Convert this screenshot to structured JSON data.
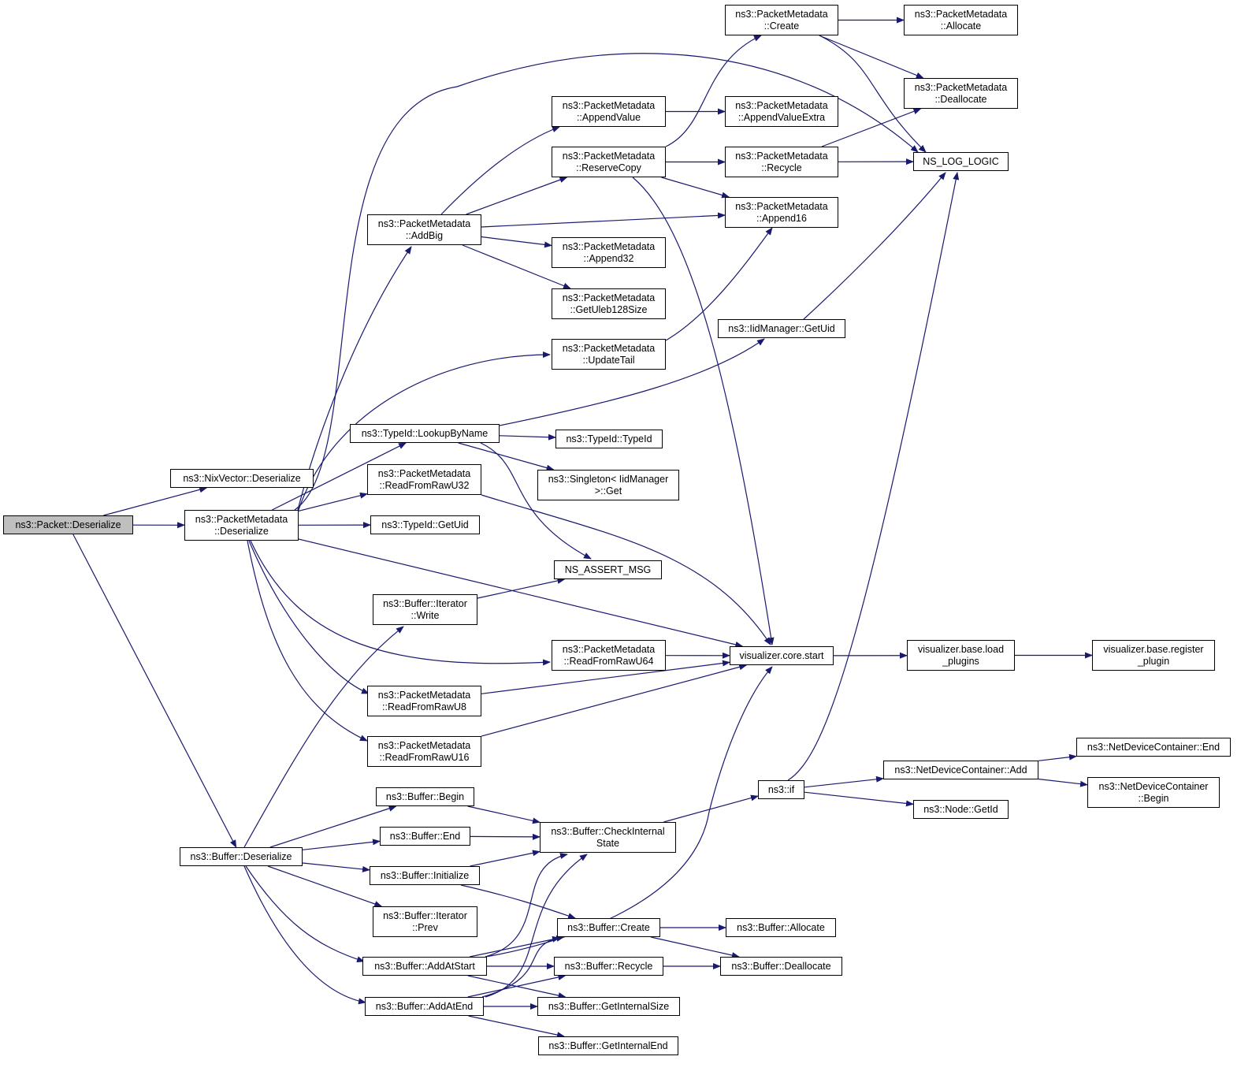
{
  "colors": {
    "edge": "#191970",
    "node_border": "#000000",
    "node_fill": "#ffffff",
    "root_fill": "#bfbfbf"
  },
  "nodes": [
    {
      "id": "packet_deserialize",
      "lines": [
        "ns3::Packet::Deserialize"
      ],
      "root": true
    },
    {
      "id": "nixvector_deserialize",
      "lines": [
        "ns3::NixVector::Deserialize"
      ]
    },
    {
      "id": "pm_deserialize",
      "lines": [
        "ns3::PacketMetadata",
        "::Deserialize"
      ]
    },
    {
      "id": "buffer_deserialize",
      "lines": [
        "ns3::Buffer::Deserialize"
      ]
    },
    {
      "id": "pm_create",
      "lines": [
        "ns3::PacketMetadata",
        "::Create"
      ]
    },
    {
      "id": "pm_allocate",
      "lines": [
        "ns3::PacketMetadata",
        "::Allocate"
      ]
    },
    {
      "id": "pm_deallocate",
      "lines": [
        "ns3::PacketMetadata",
        "::Deallocate"
      ]
    },
    {
      "id": "pm_appendvalue",
      "lines": [
        "ns3::PacketMetadata",
        "::AppendValue"
      ]
    },
    {
      "id": "pm_appendvalueextra",
      "lines": [
        "ns3::PacketMetadata",
        "::AppendValueExtra"
      ]
    },
    {
      "id": "pm_reservecopy",
      "lines": [
        "ns3::PacketMetadata",
        "::ReserveCopy"
      ]
    },
    {
      "id": "pm_recycle",
      "lines": [
        "ns3::PacketMetadata",
        "::Recycle"
      ]
    },
    {
      "id": "ns_log_logic",
      "lines": [
        "NS_LOG_LOGIC"
      ]
    },
    {
      "id": "pm_addbig",
      "lines": [
        "ns3::PacketMetadata",
        "::AddBig"
      ]
    },
    {
      "id": "pm_append16",
      "lines": [
        "ns3::PacketMetadata",
        "::Append16"
      ]
    },
    {
      "id": "pm_append32",
      "lines": [
        "ns3::PacketMetadata",
        "::Append32"
      ]
    },
    {
      "id": "pm_getuleb",
      "lines": [
        "ns3::PacketMetadata",
        "::GetUleb128Size"
      ]
    },
    {
      "id": "iidmanager_getuid",
      "lines": [
        "ns3::IidManager::GetUid"
      ]
    },
    {
      "id": "pm_updatetail",
      "lines": [
        "ns3::PacketMetadata",
        "::UpdateTail"
      ]
    },
    {
      "id": "typeid_lookupbyname",
      "lines": [
        "ns3::TypeId::LookupByName"
      ]
    },
    {
      "id": "typeid_typeid",
      "lines": [
        "ns3::TypeId::TypeId"
      ]
    },
    {
      "id": "singleton_get",
      "lines": [
        "ns3::Singleton< IidManager",
        ">::Get"
      ]
    },
    {
      "id": "pm_readfromrawu32",
      "lines": [
        "ns3::PacketMetadata",
        "::ReadFromRawU32"
      ]
    },
    {
      "id": "typeid_getuid",
      "lines": [
        "ns3::TypeId::GetUid"
      ]
    },
    {
      "id": "ns_assert_msg",
      "lines": [
        "NS_ASSERT_MSG"
      ]
    },
    {
      "id": "iterator_write",
      "lines": [
        "ns3::Buffer::Iterator",
        "::Write"
      ]
    },
    {
      "id": "pm_readfromrawu64",
      "lines": [
        "ns3::PacketMetadata",
        "::ReadFromRawU64"
      ]
    },
    {
      "id": "viz_core_start",
      "lines": [
        "visualizer.core.start"
      ]
    },
    {
      "id": "viz_load_plugins",
      "lines": [
        "visualizer.base.load",
        "_plugins"
      ]
    },
    {
      "id": "viz_register_plugin",
      "lines": [
        "visualizer.base.register",
        "_plugin"
      ]
    },
    {
      "id": "pm_readfromrawu8",
      "lines": [
        "ns3::PacketMetadata",
        "::ReadFromRawU8"
      ]
    },
    {
      "id": "pm_readfromrawu16",
      "lines": [
        "ns3::PacketMetadata",
        "::ReadFromRawU16"
      ]
    },
    {
      "id": "ndc_end",
      "lines": [
        "ns3::NetDeviceContainer::End"
      ]
    },
    {
      "id": "ndc_add",
      "lines": [
        "ns3::NetDeviceContainer::Add"
      ]
    },
    {
      "id": "ns3_if",
      "lines": [
        "ns3::if"
      ]
    },
    {
      "id": "ndc_begin",
      "lines": [
        "ns3::NetDeviceContainer",
        "::Begin"
      ]
    },
    {
      "id": "node_getid",
      "lines": [
        "ns3::Node::GetId"
      ]
    },
    {
      "id": "buffer_begin",
      "lines": [
        "ns3::Buffer::Begin"
      ]
    },
    {
      "id": "buffer_checkinternal",
      "lines": [
        "ns3::Buffer::CheckInternal",
        "State"
      ]
    },
    {
      "id": "buffer_end",
      "lines": [
        "ns3::Buffer::End"
      ]
    },
    {
      "id": "buffer_initialize",
      "lines": [
        "ns3::Buffer::Initialize"
      ]
    },
    {
      "id": "iterator_prev",
      "lines": [
        "ns3::Buffer::Iterator",
        "::Prev"
      ]
    },
    {
      "id": "buffer_create",
      "lines": [
        "ns3::Buffer::Create"
      ]
    },
    {
      "id": "buffer_allocate",
      "lines": [
        "ns3::Buffer::Allocate"
      ]
    },
    {
      "id": "buffer_addatstart",
      "lines": [
        "ns3::Buffer::AddAtStart"
      ]
    },
    {
      "id": "buffer_recycle",
      "lines": [
        "ns3::Buffer::Recycle"
      ]
    },
    {
      "id": "buffer_deallocate",
      "lines": [
        "ns3::Buffer::Deallocate"
      ]
    },
    {
      "id": "buffer_addatend",
      "lines": [
        "ns3::Buffer::AddAtEnd"
      ]
    },
    {
      "id": "buffer_getinternalsize",
      "lines": [
        "ns3::Buffer::GetInternalSize"
      ]
    },
    {
      "id": "buffer_getinternalend",
      "lines": [
        "ns3::Buffer::GetInternalEnd"
      ]
    }
  ],
  "edges": [
    [
      "packet_deserialize",
      "nixvector_deserialize"
    ],
    [
      "packet_deserialize",
      "pm_deserialize"
    ],
    [
      "packet_deserialize",
      "buffer_deserialize"
    ],
    [
      "pm_deserialize",
      "pm_addbig"
    ],
    [
      "pm_deserialize",
      "ns_log_logic"
    ],
    [
      "pm_deserialize",
      "pm_updatetail"
    ],
    [
      "pm_deserialize",
      "typeid_lookupbyname"
    ],
    [
      "pm_deserialize",
      "pm_readfromrawu32"
    ],
    [
      "pm_deserialize",
      "typeid_getuid"
    ],
    [
      "pm_deserialize",
      "viz_core_start"
    ],
    [
      "pm_deserialize",
      "pm_readfromrawu64"
    ],
    [
      "pm_deserialize",
      "pm_readfromrawu8"
    ],
    [
      "pm_deserialize",
      "pm_readfromrawu16"
    ],
    [
      "pm_addbig",
      "pm_appendvalue"
    ],
    [
      "pm_addbig",
      "pm_reservecopy"
    ],
    [
      "pm_addbig",
      "pm_append16"
    ],
    [
      "pm_addbig",
      "pm_append32"
    ],
    [
      "pm_addbig",
      "pm_getuleb"
    ],
    [
      "pm_appendvalue",
      "pm_appendvalueextra"
    ],
    [
      "pm_reservecopy",
      "pm_create"
    ],
    [
      "pm_reservecopy",
      "pm_recycle"
    ],
    [
      "pm_reservecopy",
      "pm_append16"
    ],
    [
      "pm_reservecopy",
      "viz_core_start"
    ],
    [
      "pm_create",
      "pm_allocate"
    ],
    [
      "pm_create",
      "pm_deallocate"
    ],
    [
      "pm_create",
      "ns_log_logic"
    ],
    [
      "pm_recycle",
      "pm_deallocate"
    ],
    [
      "pm_recycle",
      "ns_log_logic"
    ],
    [
      "pm_updatetail",
      "pm_append16"
    ],
    [
      "typeid_lookupbyname",
      "iidmanager_getuid"
    ],
    [
      "typeid_lookupbyname",
      "typeid_typeid"
    ],
    [
      "typeid_lookupbyname",
      "singleton_get"
    ],
    [
      "typeid_lookupbyname",
      "ns_assert_msg"
    ],
    [
      "iidmanager_getuid",
      "ns_log_logic"
    ],
    [
      "pm_readfromrawu32",
      "viz_core_start"
    ],
    [
      "iterator_write",
      "ns_assert_msg"
    ],
    [
      "pm_readfromrawu64",
      "viz_core_start"
    ],
    [
      "pm_readfromrawu8",
      "viz_core_start"
    ],
    [
      "pm_readfromrawu16",
      "viz_core_start"
    ],
    [
      "viz_core_start",
      "viz_load_plugins"
    ],
    [
      "viz_load_plugins",
      "viz_register_plugin"
    ],
    [
      "buffer_deserialize",
      "iterator_write"
    ],
    [
      "buffer_deserialize",
      "buffer_begin"
    ],
    [
      "buffer_deserialize",
      "buffer_end"
    ],
    [
      "buffer_deserialize",
      "buffer_initialize"
    ],
    [
      "buffer_deserialize",
      "iterator_prev"
    ],
    [
      "buffer_deserialize",
      "buffer_addatstart"
    ],
    [
      "buffer_deserialize",
      "buffer_addatend"
    ],
    [
      "buffer_begin",
      "buffer_checkinternal"
    ],
    [
      "buffer_end",
      "buffer_checkinternal"
    ],
    [
      "buffer_initialize",
      "buffer_checkinternal"
    ],
    [
      "buffer_initialize",
      "buffer_create"
    ],
    [
      "buffer_checkinternal",
      "ns3_if"
    ],
    [
      "ns3_if",
      "ns_log_logic"
    ],
    [
      "ns3_if",
      "ndc_add"
    ],
    [
      "ns3_if",
      "node_getid"
    ],
    [
      "ndc_add",
      "ndc_end"
    ],
    [
      "ndc_add",
      "ndc_begin"
    ],
    [
      "buffer_addatstart",
      "buffer_checkinternal"
    ],
    [
      "buffer_addatstart",
      "buffer_create"
    ],
    [
      "buffer_addatstart",
      "buffer_recycle"
    ],
    [
      "buffer_addatstart",
      "buffer_getinternalsize"
    ],
    [
      "buffer_addatstart",
      "viz_core_start"
    ],
    [
      "buffer_addatend",
      "buffer_checkinternal"
    ],
    [
      "buffer_addatend",
      "buffer_create"
    ],
    [
      "buffer_addatend",
      "buffer_recycle"
    ],
    [
      "buffer_addatend",
      "buffer_getinternalsize"
    ],
    [
      "buffer_addatend",
      "buffer_getinternalend"
    ],
    [
      "buffer_create",
      "buffer_allocate"
    ],
    [
      "buffer_create",
      "buffer_deallocate"
    ],
    [
      "buffer_recycle",
      "buffer_deallocate"
    ]
  ]
}
